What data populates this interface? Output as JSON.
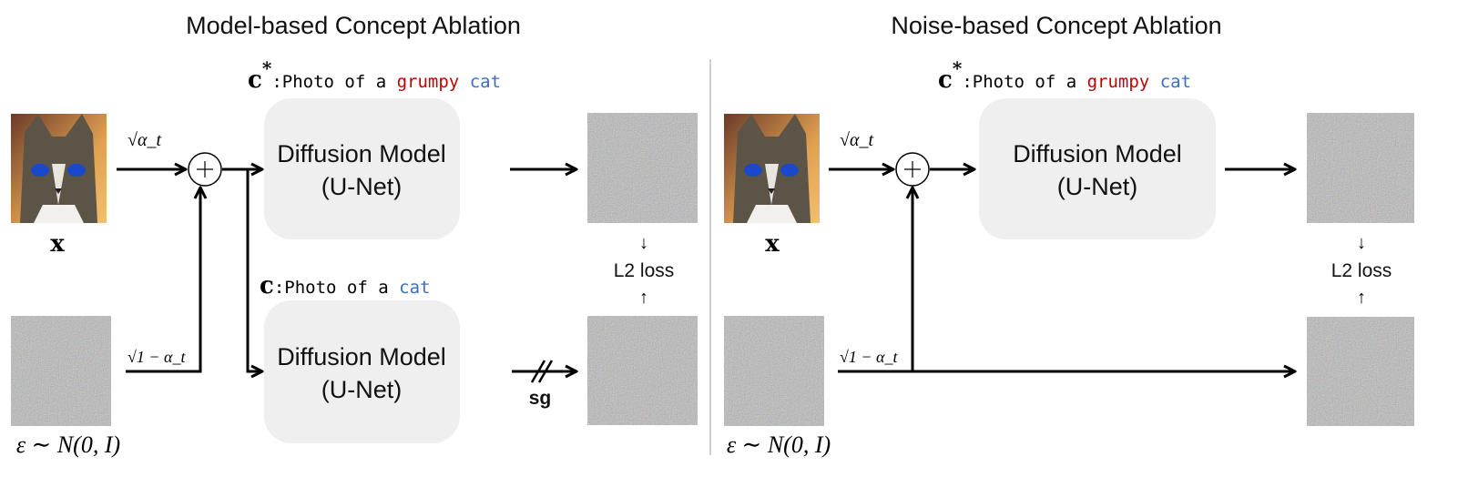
{
  "left": {
    "title": "Model-based Concept Ablation",
    "anchor_prompt": {
      "symbol": "c",
      "sup": "*",
      "prefix": ":Photo of a ",
      "word1": "grumpy",
      "word2": "cat"
    },
    "target_prompt": {
      "symbol": "c",
      "prefix": ":Photo of a ",
      "word": "cat"
    },
    "model_top": {
      "line1": "Diffusion Model",
      "line2": "(U-Net)"
    },
    "model_bottom": {
      "line1": "Diffusion Model",
      "line2": "(U-Net)"
    },
    "image_label": "x",
    "coef_image": "√α_t",
    "coef_noise": "√1 − α_t",
    "noise_label": "ε ∼ N(0, I)",
    "loss_label": "L2 loss",
    "stopgrad_label": "sg"
  },
  "right": {
    "title": "Noise-based Concept Ablation",
    "anchor_prompt": {
      "symbol": "c",
      "sup": "*",
      "prefix": ":Photo of a ",
      "word1": "grumpy",
      "word2": "cat"
    },
    "model": {
      "line1": "Diffusion Model",
      "line2": "(U-Net)"
    },
    "image_label": "x",
    "coef_image": "√α_t",
    "coef_noise": "√1 − α_t",
    "noise_label": "ε ∼ N(0, I)",
    "loss_label": "L2 loss"
  },
  "colors": {
    "red": "#c00000",
    "blue": "#3a6ec8",
    "box": "#efefef",
    "divider": "#d0d0d0"
  }
}
